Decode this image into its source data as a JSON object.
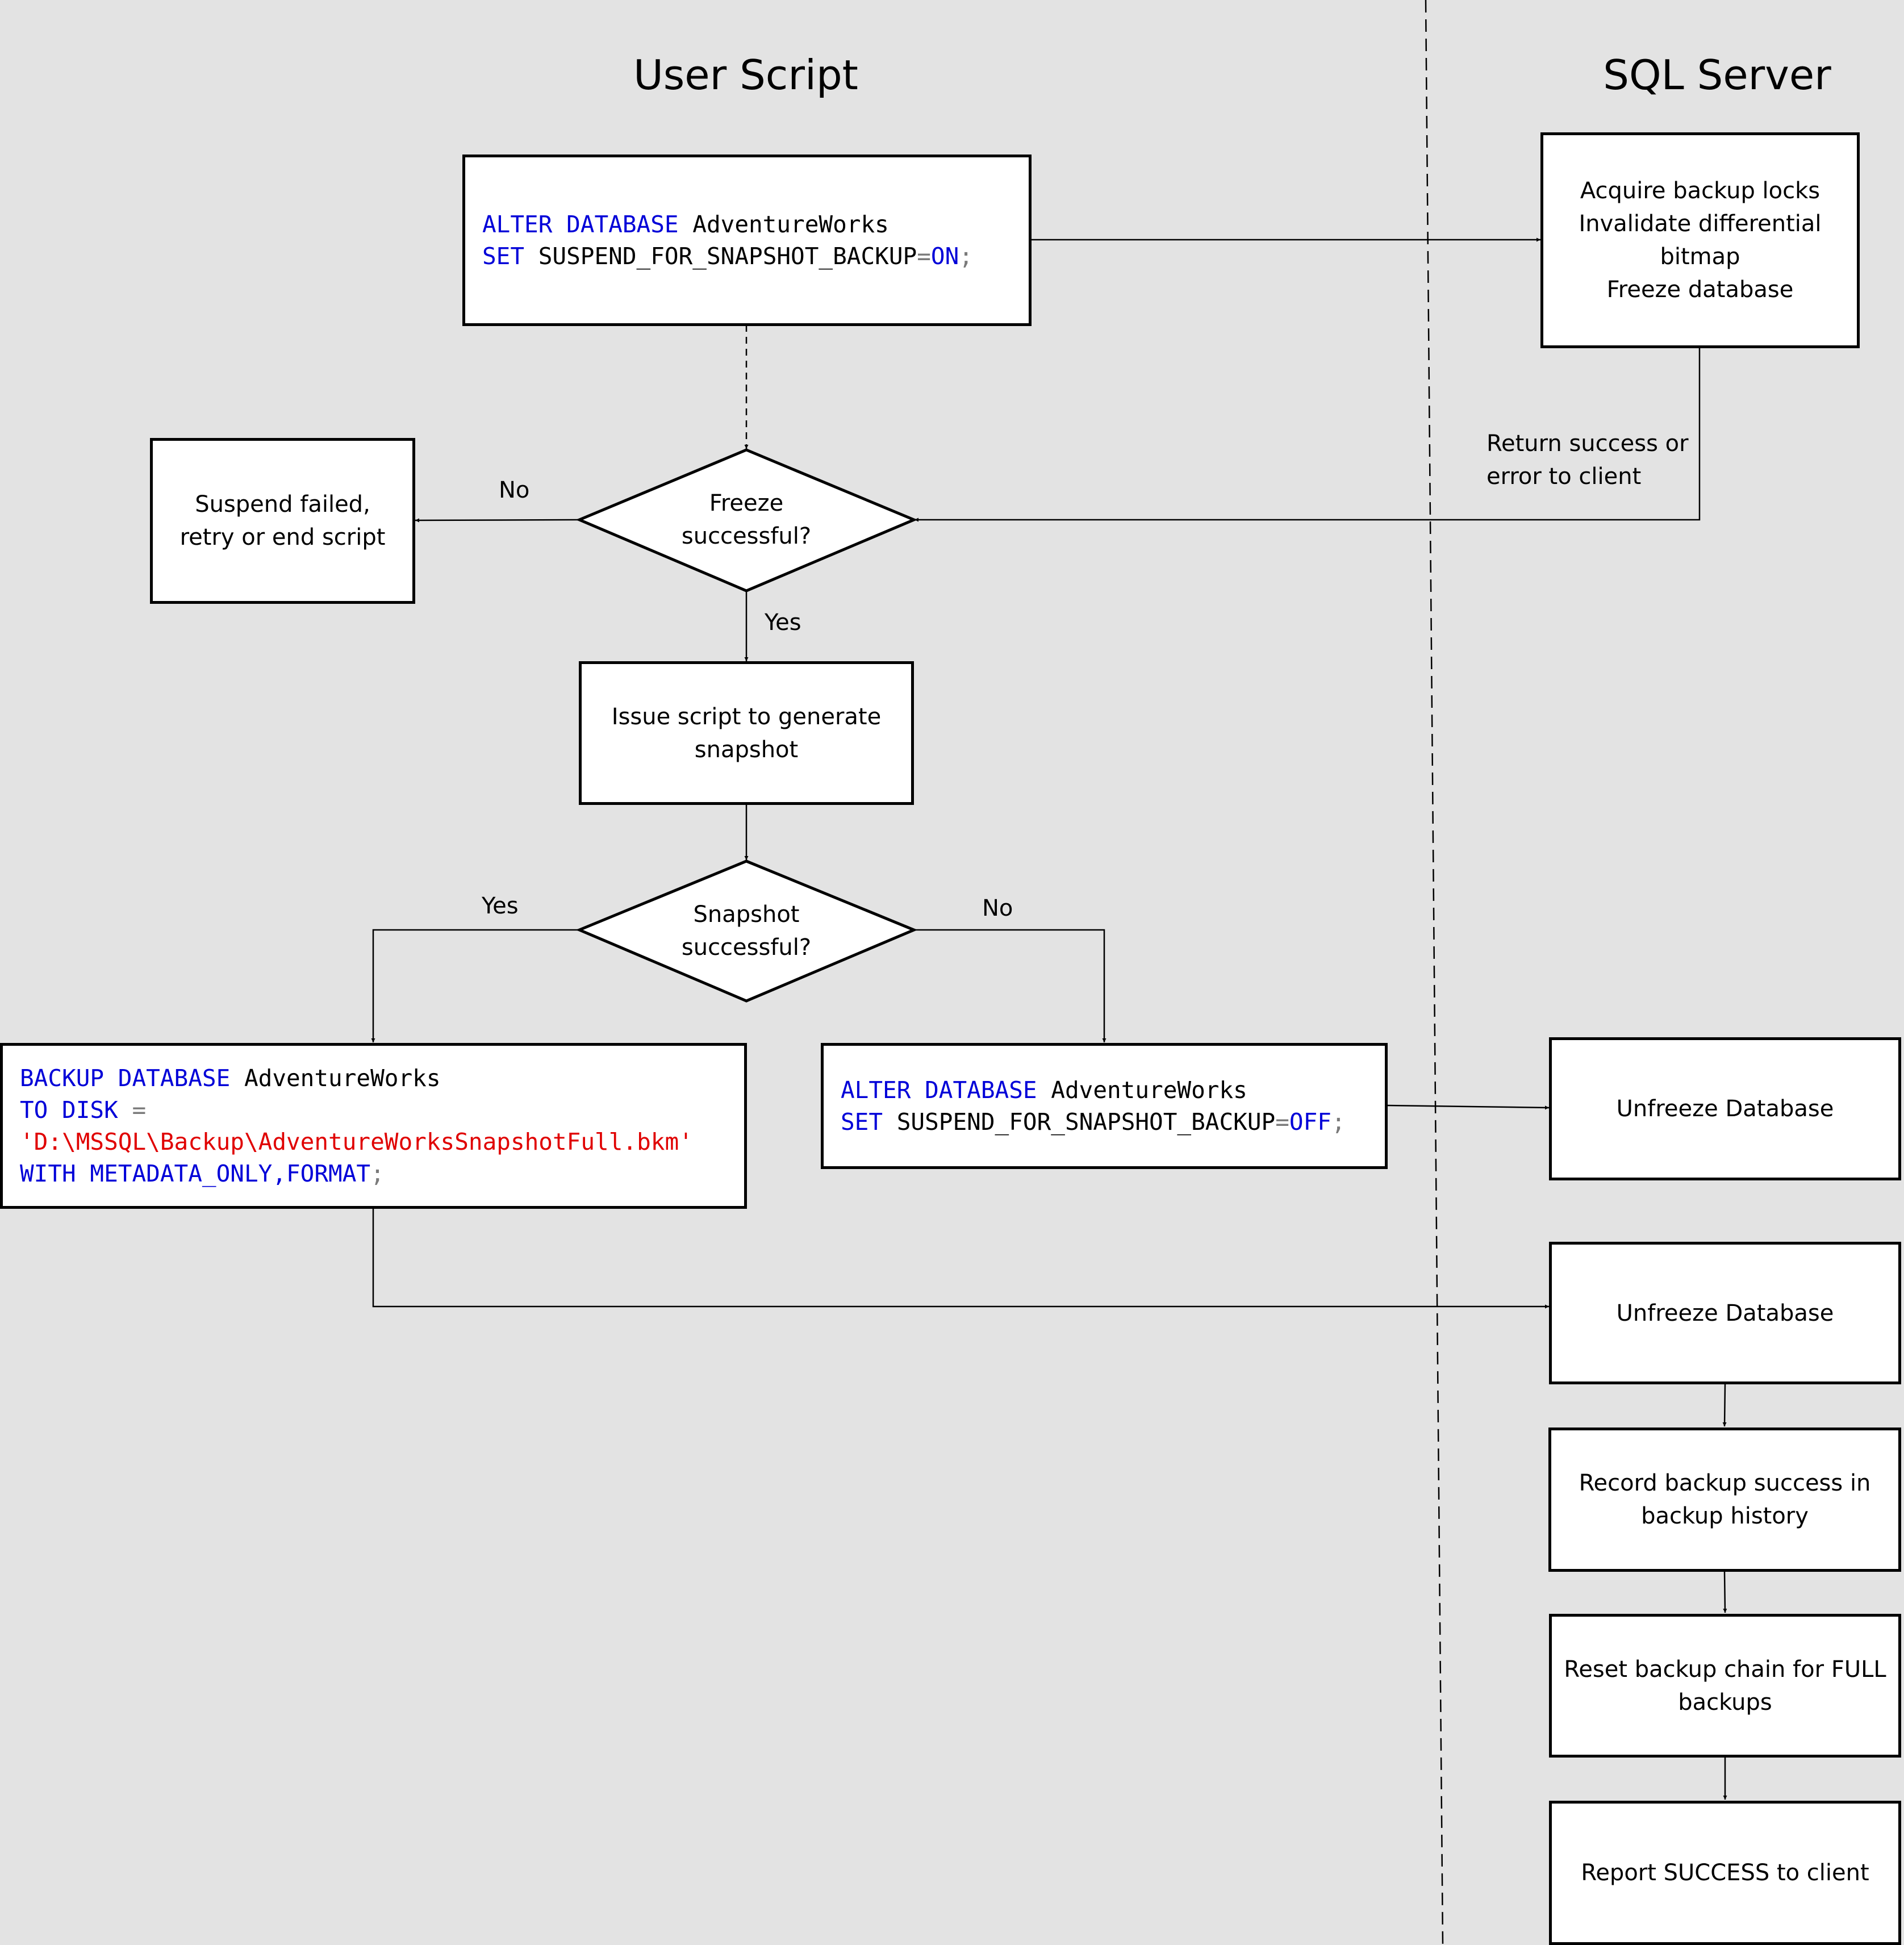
{
  "lanes": {
    "user": "User Script",
    "server": "SQL Server"
  },
  "code": {
    "suspend_on": [
      [
        [
          "kw",
          "ALTER DATABASE"
        ],
        [
          "txt",
          " AdventureWorks"
        ]
      ],
      [
        [
          "kw",
          "SET"
        ],
        [
          "txt",
          " SUSPEND_FOR_SNAPSHOT_BACKUP"
        ],
        [
          "op",
          "="
        ],
        [
          "kw",
          "ON"
        ],
        [
          "op",
          ";"
        ]
      ]
    ],
    "backup": [
      [
        [
          "kw",
          "BACKUP DATABASE"
        ],
        [
          "txt",
          " AdventureWorks"
        ]
      ],
      [
        [
          "kw",
          "TO DISK"
        ],
        [
          "txt",
          " "
        ],
        [
          "op",
          "="
        ]
      ],
      [
        [
          "str",
          "'D:\\MSSQL\\Backup\\AdventureWorksSnapshotFull.bkm'"
        ]
      ],
      [
        [
          "kw",
          "WITH METADATA_ONLY,FORMAT"
        ],
        [
          "op",
          ";"
        ]
      ]
    ],
    "suspend_off": [
      [
        [
          "kw",
          "ALTER DATABASE"
        ],
        [
          "txt",
          " AdventureWorks"
        ]
      ],
      [
        [
          "kw",
          "SET"
        ],
        [
          "txt",
          " SUSPEND_FOR_SNAPSHOT_BACKUP"
        ],
        [
          "op",
          "="
        ],
        [
          "kw",
          "OFF"
        ],
        [
          "op",
          ";"
        ]
      ]
    ]
  },
  "boxes": {
    "acquire": [
      "Acquire backup locks",
      "Invalidate differential",
      "bitmap",
      "Freeze database"
    ],
    "suspend_failed": [
      "Suspend failed,",
      "retry or end script"
    ],
    "issue_script": [
      "Issue script to generate",
      "snapshot"
    ],
    "unfreeze_1": [
      "Unfreeze Database"
    ],
    "unfreeze_2": [
      "Unfreeze Database"
    ],
    "record": [
      "Record backup success in",
      "backup history"
    ],
    "reset": [
      "Reset backup chain for FULL",
      "backups"
    ],
    "report": [
      "Report SUCCESS to client"
    ]
  },
  "decisions": {
    "freeze": [
      "Freeze",
      "successful?"
    ],
    "snapshot": [
      "Snapshot",
      "successful?"
    ]
  },
  "edge_labels": {
    "return": [
      "Return success or",
      "error to client"
    ],
    "freeze_no": "No",
    "freeze_yes": "Yes",
    "snap_yes": "Yes",
    "snap_no": "No"
  }
}
